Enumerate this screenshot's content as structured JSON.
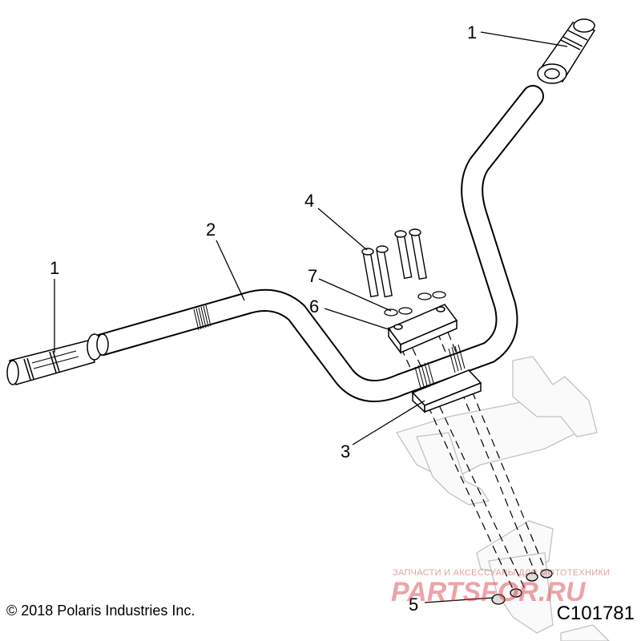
{
  "callouts": [
    {
      "id": "grip-right",
      "label": "1"
    },
    {
      "id": "grip-left",
      "label": "1"
    },
    {
      "id": "handlebar",
      "label": "2"
    },
    {
      "id": "lower-clamp",
      "label": "3"
    },
    {
      "id": "bolts",
      "label": "4"
    },
    {
      "id": "nut",
      "label": "5"
    },
    {
      "id": "upper-clamp",
      "label": "6"
    },
    {
      "id": "washers",
      "label": "7"
    }
  ],
  "copyright": "© 2018 Polaris Industries Inc.",
  "figure_id": "C101781",
  "watermark": {
    "tagline": "ЗАПЧАСТИ И АКСЕССУАРЫ ДЛЯ МОТОТЕХНИКИ",
    "site": "PARTSFOR.RU"
  },
  "colors": {
    "line": "#000000",
    "ghost": "#b8b8b8",
    "watermark": "#d8343c"
  }
}
